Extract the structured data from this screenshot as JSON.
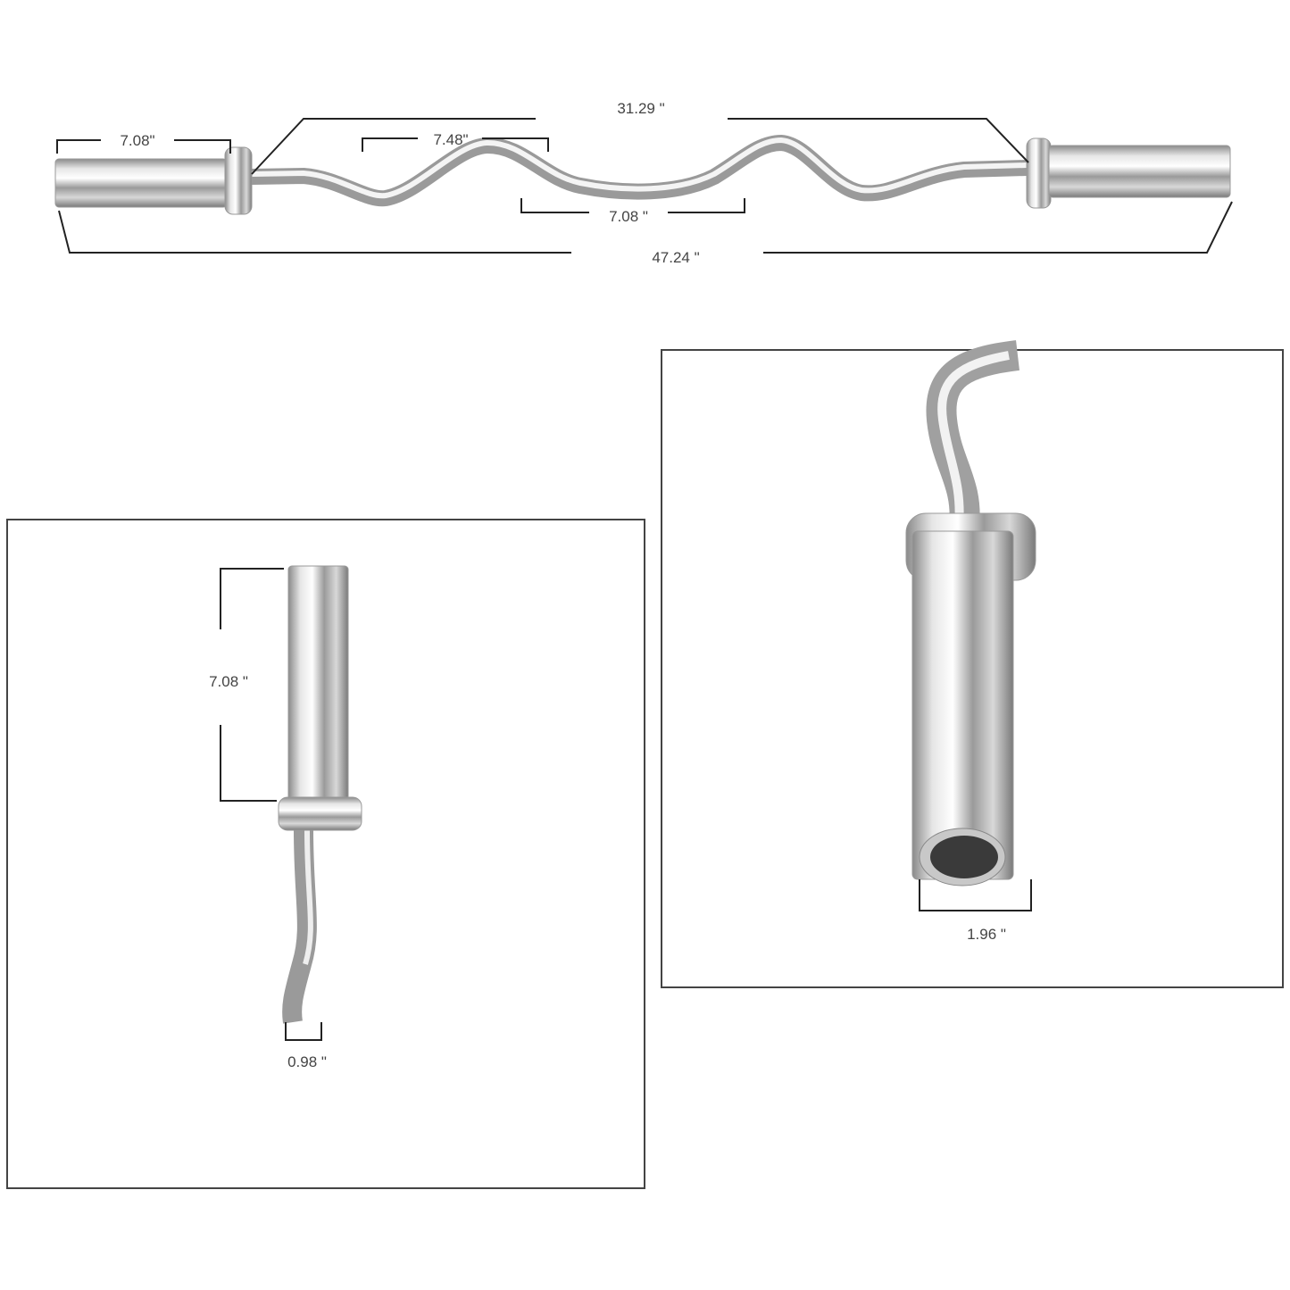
{
  "main_bar": {
    "sleeve_length": "7.08\"",
    "outer_bend_length": "7.48\"",
    "inner_length": "31.29 \"",
    "center_grip_length": "7.08 \"",
    "total_length": "47.24 \""
  },
  "sleeve_detail": {
    "sleeve_length": "7.08 \"",
    "shaft_diameter": "0.98 \""
  },
  "end_detail": {
    "sleeve_diameter": "1.96 \""
  },
  "colors": {
    "chrome_light": "#f2f2f2",
    "chrome_mid": "#b8b8b8",
    "chrome_dark": "#7a7a7a",
    "line": "#222222"
  }
}
